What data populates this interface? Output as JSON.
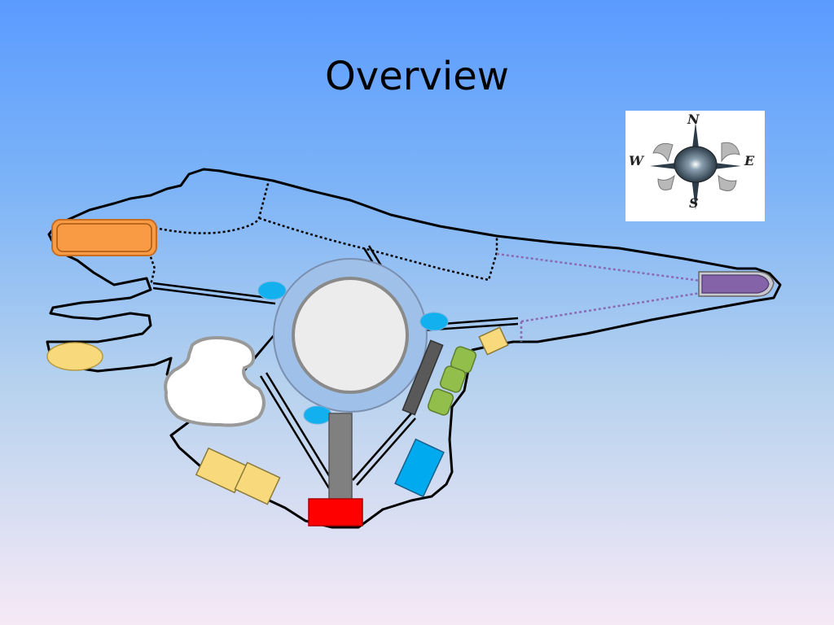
{
  "title": "Overview",
  "compass": {
    "north": "N",
    "south": "S",
    "east": "E",
    "west": "W"
  },
  "colors": {
    "outline": "#000000",
    "central_circle_ring": "#9fc0e8",
    "central_circle_fill": "#ececec",
    "orange_block": "#f89b44",
    "yellow_block": "#f8da7c",
    "green_block": "#92bf4c",
    "light_blue_block": "#00aaee",
    "cyan_dot": "#12b0ee",
    "red_block": "#ff0000",
    "grey_block": "#808080",
    "dark_grey_block": "#595959",
    "purple_block": "#8463a8"
  }
}
